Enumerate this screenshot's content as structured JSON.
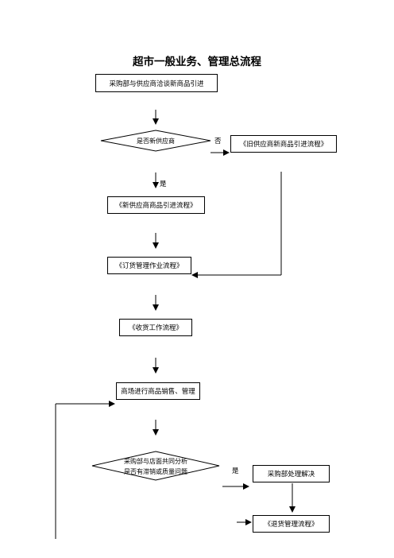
{
  "title": "超市一般业务、管理总流程",
  "nodes": {
    "negotiate": "采购部与供应商洽谈新商品引进",
    "is_new_supplier": "是否新供应商",
    "old_supplier_flow": "《旧供应商新商品引进流程》",
    "new_supplier_flow": "《新供应商商品引进流程》",
    "order_flow": "《订货管理作业流程》",
    "receiving_flow": "《收货工作流程》",
    "sales_mgmt": "商场进行商品销售、管理",
    "analysis_line1": "采购部与店面共同分析",
    "analysis_line2": "是否有滞销或质量问题",
    "purchasing_resolve": "采购部处理解决",
    "return_flow": "《退货管理流程》"
  },
  "labels": {
    "no": "否",
    "yes_1": "是",
    "yes_2": "是"
  }
}
